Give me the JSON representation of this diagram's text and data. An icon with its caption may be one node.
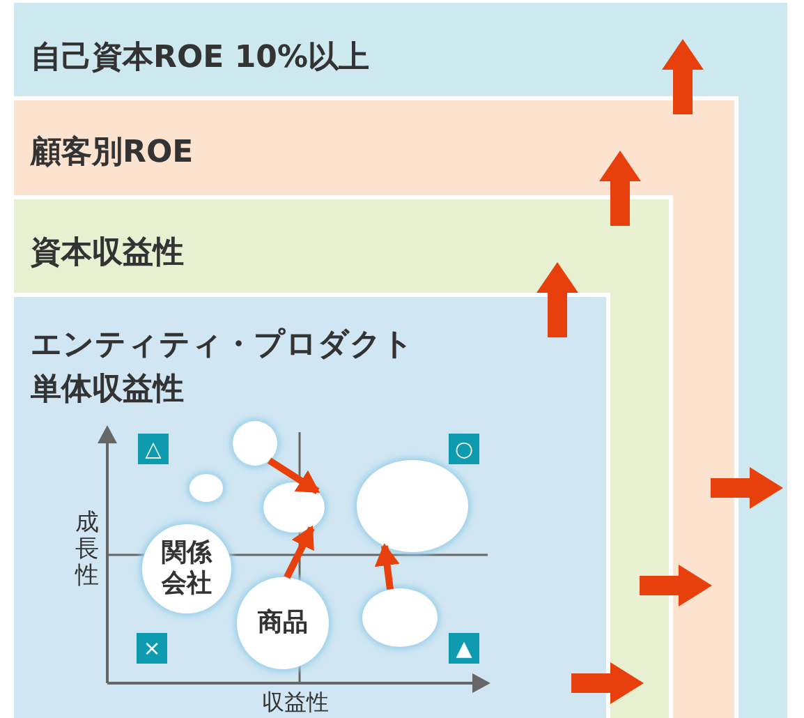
{
  "diagram": {
    "nodes": [
      {
        "text": [
          "自己資本ROE 10%以上"
        ]
      },
      {
        "text": [
          "顧客別ROE"
        ],
        "in": 0
      },
      {
        "text": [
          "資本収益性"
        ],
        "in": 1
      },
      {
        "text": [
          "エンティティ・プロダクト単体収益性"
        ],
        "in": 2
      },
      {
        "text": [
          "関係会社"
        ],
        "in": 3
      },
      {
        "text": [],
        "shape": "circle",
        "in": 3
      },
      {
        "text": [],
        "shape": "circle",
        "in": 3
      },
      {
        "text": [
          "商品"
        ],
        "in": 3
      },
      {
        "text": [],
        "shape": "circle",
        "in": 3
      },
      {
        "text": [],
        "shape": "circle",
        "in": 3
      },
      {
        "text": [],
        "shape": "circle",
        "in": 3
      }
    ],
    "edges": [
      {
        "from": 6,
        "to": 8,
        "arrow": "to"
      },
      {
        "from": 7,
        "to": 8,
        "arrow": "to"
      },
      {
        "from": 9,
        "to": 10,
        "arrow": "to"
      }
    ],
    "labels": [
      "△",
      "○",
      "成長性",
      "×",
      "▲",
      "収益性"
    ]
  }
}
